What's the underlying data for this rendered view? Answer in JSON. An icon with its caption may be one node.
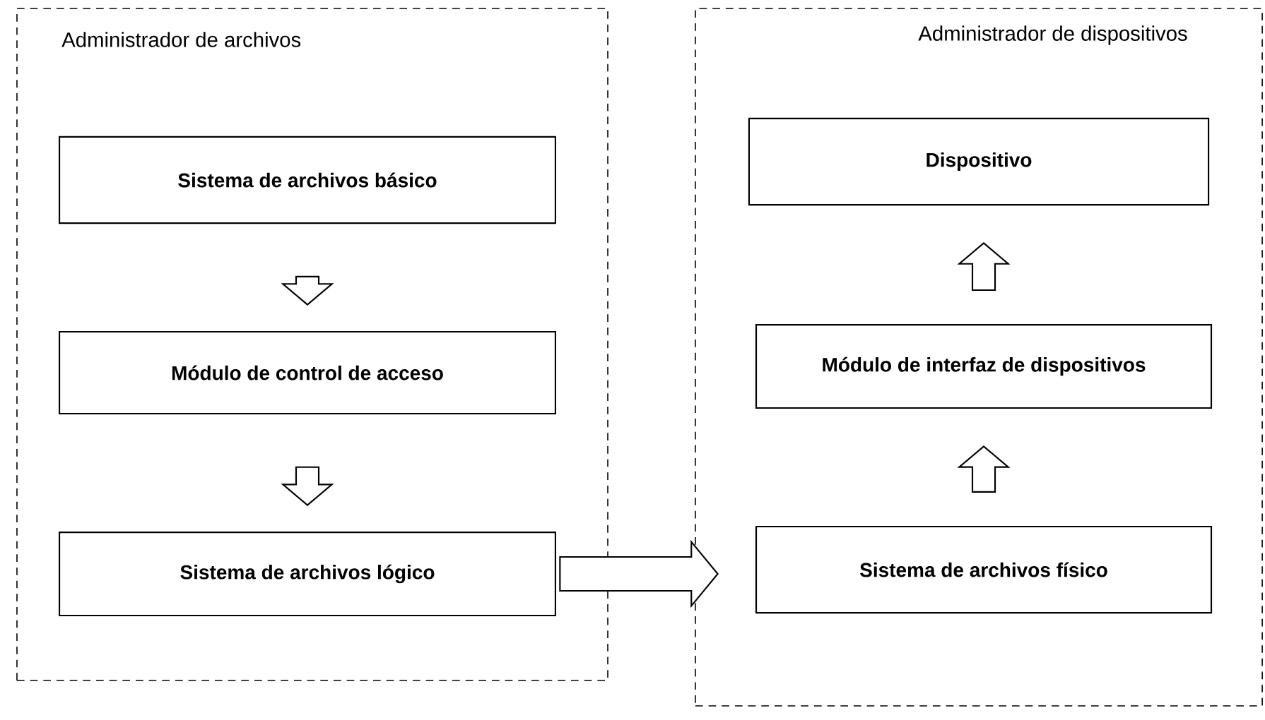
{
  "diagram": {
    "nodes": [
      {
        "text": [
          "Administrador de archivos"
        ]
      },
      {
        "text": [
          "Sistema de archivos básico"
        ],
        "in": 0
      },
      {
        "text": [
          "Módulo de control de acceso"
        ],
        "in": 0
      },
      {
        "text": [
          "Sistema de archivos lógico"
        ],
        "in": 0
      },
      {
        "text": [
          "Administrador de dispositivos"
        ]
      },
      {
        "text": [
          "Dispositivo"
        ],
        "in": 4
      },
      {
        "text": [
          "Módulo de interfaz de dispositivos"
        ],
        "in": 4
      },
      {
        "text": [
          "Sistema de archivos físico"
        ],
        "in": 4
      }
    ],
    "edges": [
      {
        "from": 1,
        "to": 2,
        "arrow": "to"
      },
      {
        "from": 2,
        "to": 3,
        "arrow": "to"
      },
      {
        "from": 3,
        "to": 7,
        "arrow": "to"
      },
      {
        "from": 7,
        "to": 6,
        "arrow": "to"
      },
      {
        "from": 6,
        "to": 5,
        "arrow": "to"
      }
    ]
  }
}
